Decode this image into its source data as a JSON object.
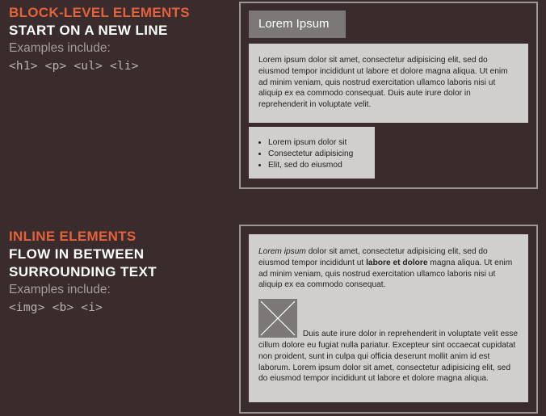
{
  "block": {
    "kicker": "BLOCK-LEVEL ELEMENTS",
    "headline": "START ON A NEW LINE",
    "examples_label": "Examples include:",
    "examples_tags": "<h1> <p> <ul> <li>",
    "heading_text": "Lorem Ipsum",
    "paragraph": "Lorem ipsum dolor sit amet, consectetur adipisicing elit, sed do eiusmod tempor incididunt ut labore et dolore magna aliqua. Ut enim ad minim veniam, quis nostrud exercitation ullamco laboris nisi ut aliquip ex ea commodo consequat. Duis aute irure dolor in reprehenderit in voluptate velit.",
    "list_items": [
      "Lorem ipsum dolor sit",
      "Consectetur adipisicing",
      "Elit, sed do eiusmod"
    ]
  },
  "inline": {
    "kicker": "INLINE ELEMENTS",
    "headline_line1": "FLOW IN BETWEEN",
    "headline_line2": "SURROUNDING TEXT",
    "examples_label": "Examples include:",
    "examples_tags": "<img> <b> <i>",
    "italic_text": "Lorem ipsum",
    "text_after_italic": " dolor sit amet, consectetur adipisicing elit, sed do eiusmod tempor incididunt ut ",
    "bold_text": "labore et dolore",
    "text_after_bold": " magna aliqua. Ut enim ad minim veniam, quis nostrud exercitation ullamco laboris nisi ut aliquip ex ea commodo consequat.",
    "text_after_image": " Duis aute irure dolor in reprehenderit in voluptate velit esse cillum dolore eu fugiat nulla pariatur. Excepteur sint occaecat cupidatat non proident, sunt in culpa qui officia deserunt mollit anim id est laborum. Lorem ipsum dolor sit amet, consectetur adipisicing elit, sed do eiusmod tempor incididunt ut labore et dolore magna aliqua.",
    "image_icon": "image-placeholder-icon"
  }
}
